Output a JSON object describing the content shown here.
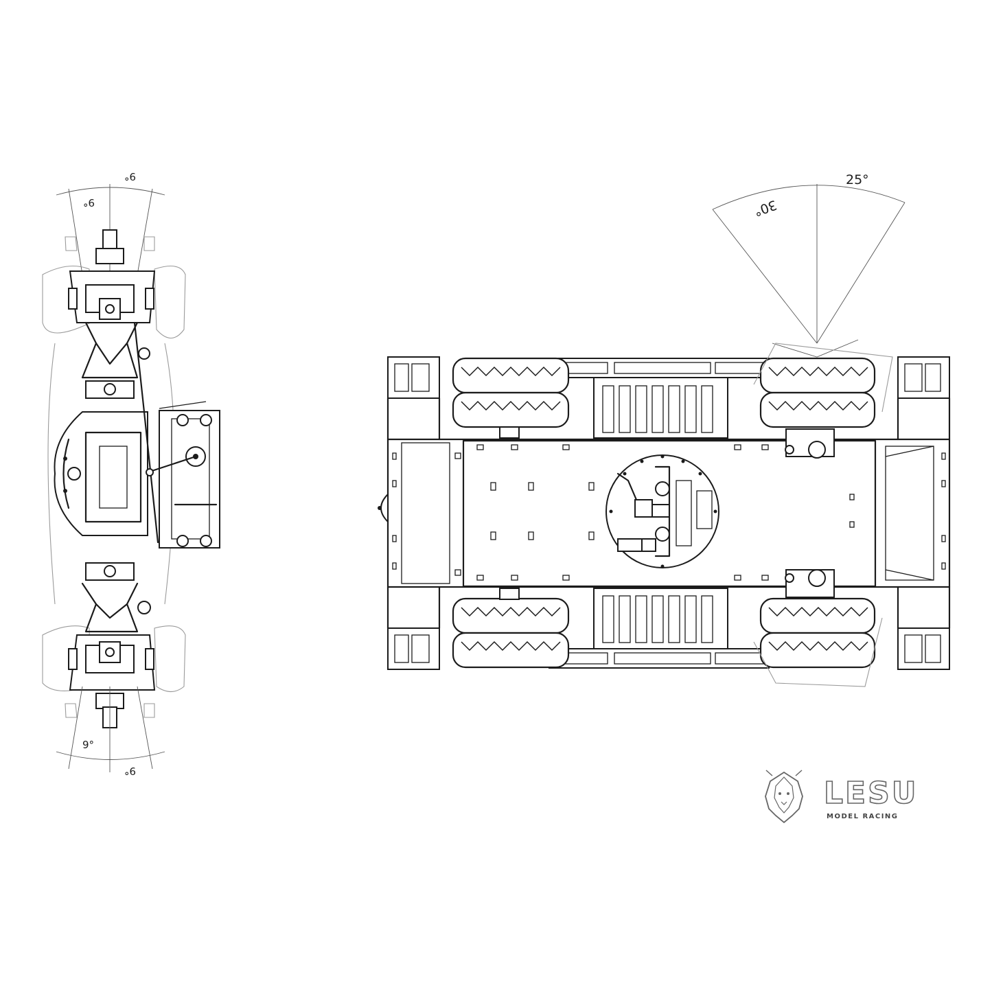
{
  "front_axle_view": {
    "top_angle_outer": "9°",
    "top_angle_inner": "9°",
    "bottom_angle_inner": "9°",
    "bottom_angle_outer": "9°"
  },
  "chassis_view": {
    "steer_angle_left": "30°",
    "steer_angle_right": "25°"
  },
  "brand": {
    "name": "LESU",
    "tagline": "MODEL RACING"
  }
}
